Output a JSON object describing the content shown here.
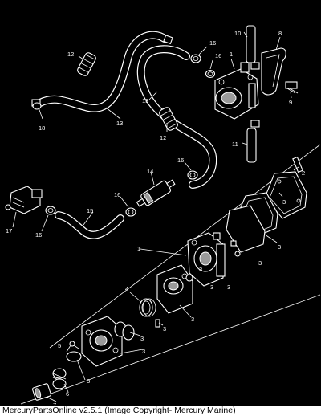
{
  "footer": {
    "text": "MercuryPartsOnline v2.5.1 (Image Copyright- Mercury Marine)"
  },
  "callouts": {
    "c1a": "1",
    "c1b": "1",
    "c2": "2",
    "c3a": "3",
    "c3b": "3",
    "c3c": "3",
    "c3d": "3",
    "c3e": "3",
    "c3f": "3",
    "c3g": "3",
    "c3h": "3",
    "c3i": "3",
    "c3j": "3",
    "c3k": "3",
    "c4": "4",
    "c5": "5",
    "c6": "6",
    "c7": "7",
    "c8": "8",
    "c9": "9",
    "c10": "10",
    "c11": "11",
    "c12a": "12",
    "c12b": "12",
    "c13a": "13",
    "c13b": "13",
    "c14": "14",
    "c15": "15",
    "c16a": "16",
    "c16b": "16",
    "c16c": "16",
    "c16d": "16",
    "c16e": "16",
    "c17": "17",
    "c18": "18"
  }
}
